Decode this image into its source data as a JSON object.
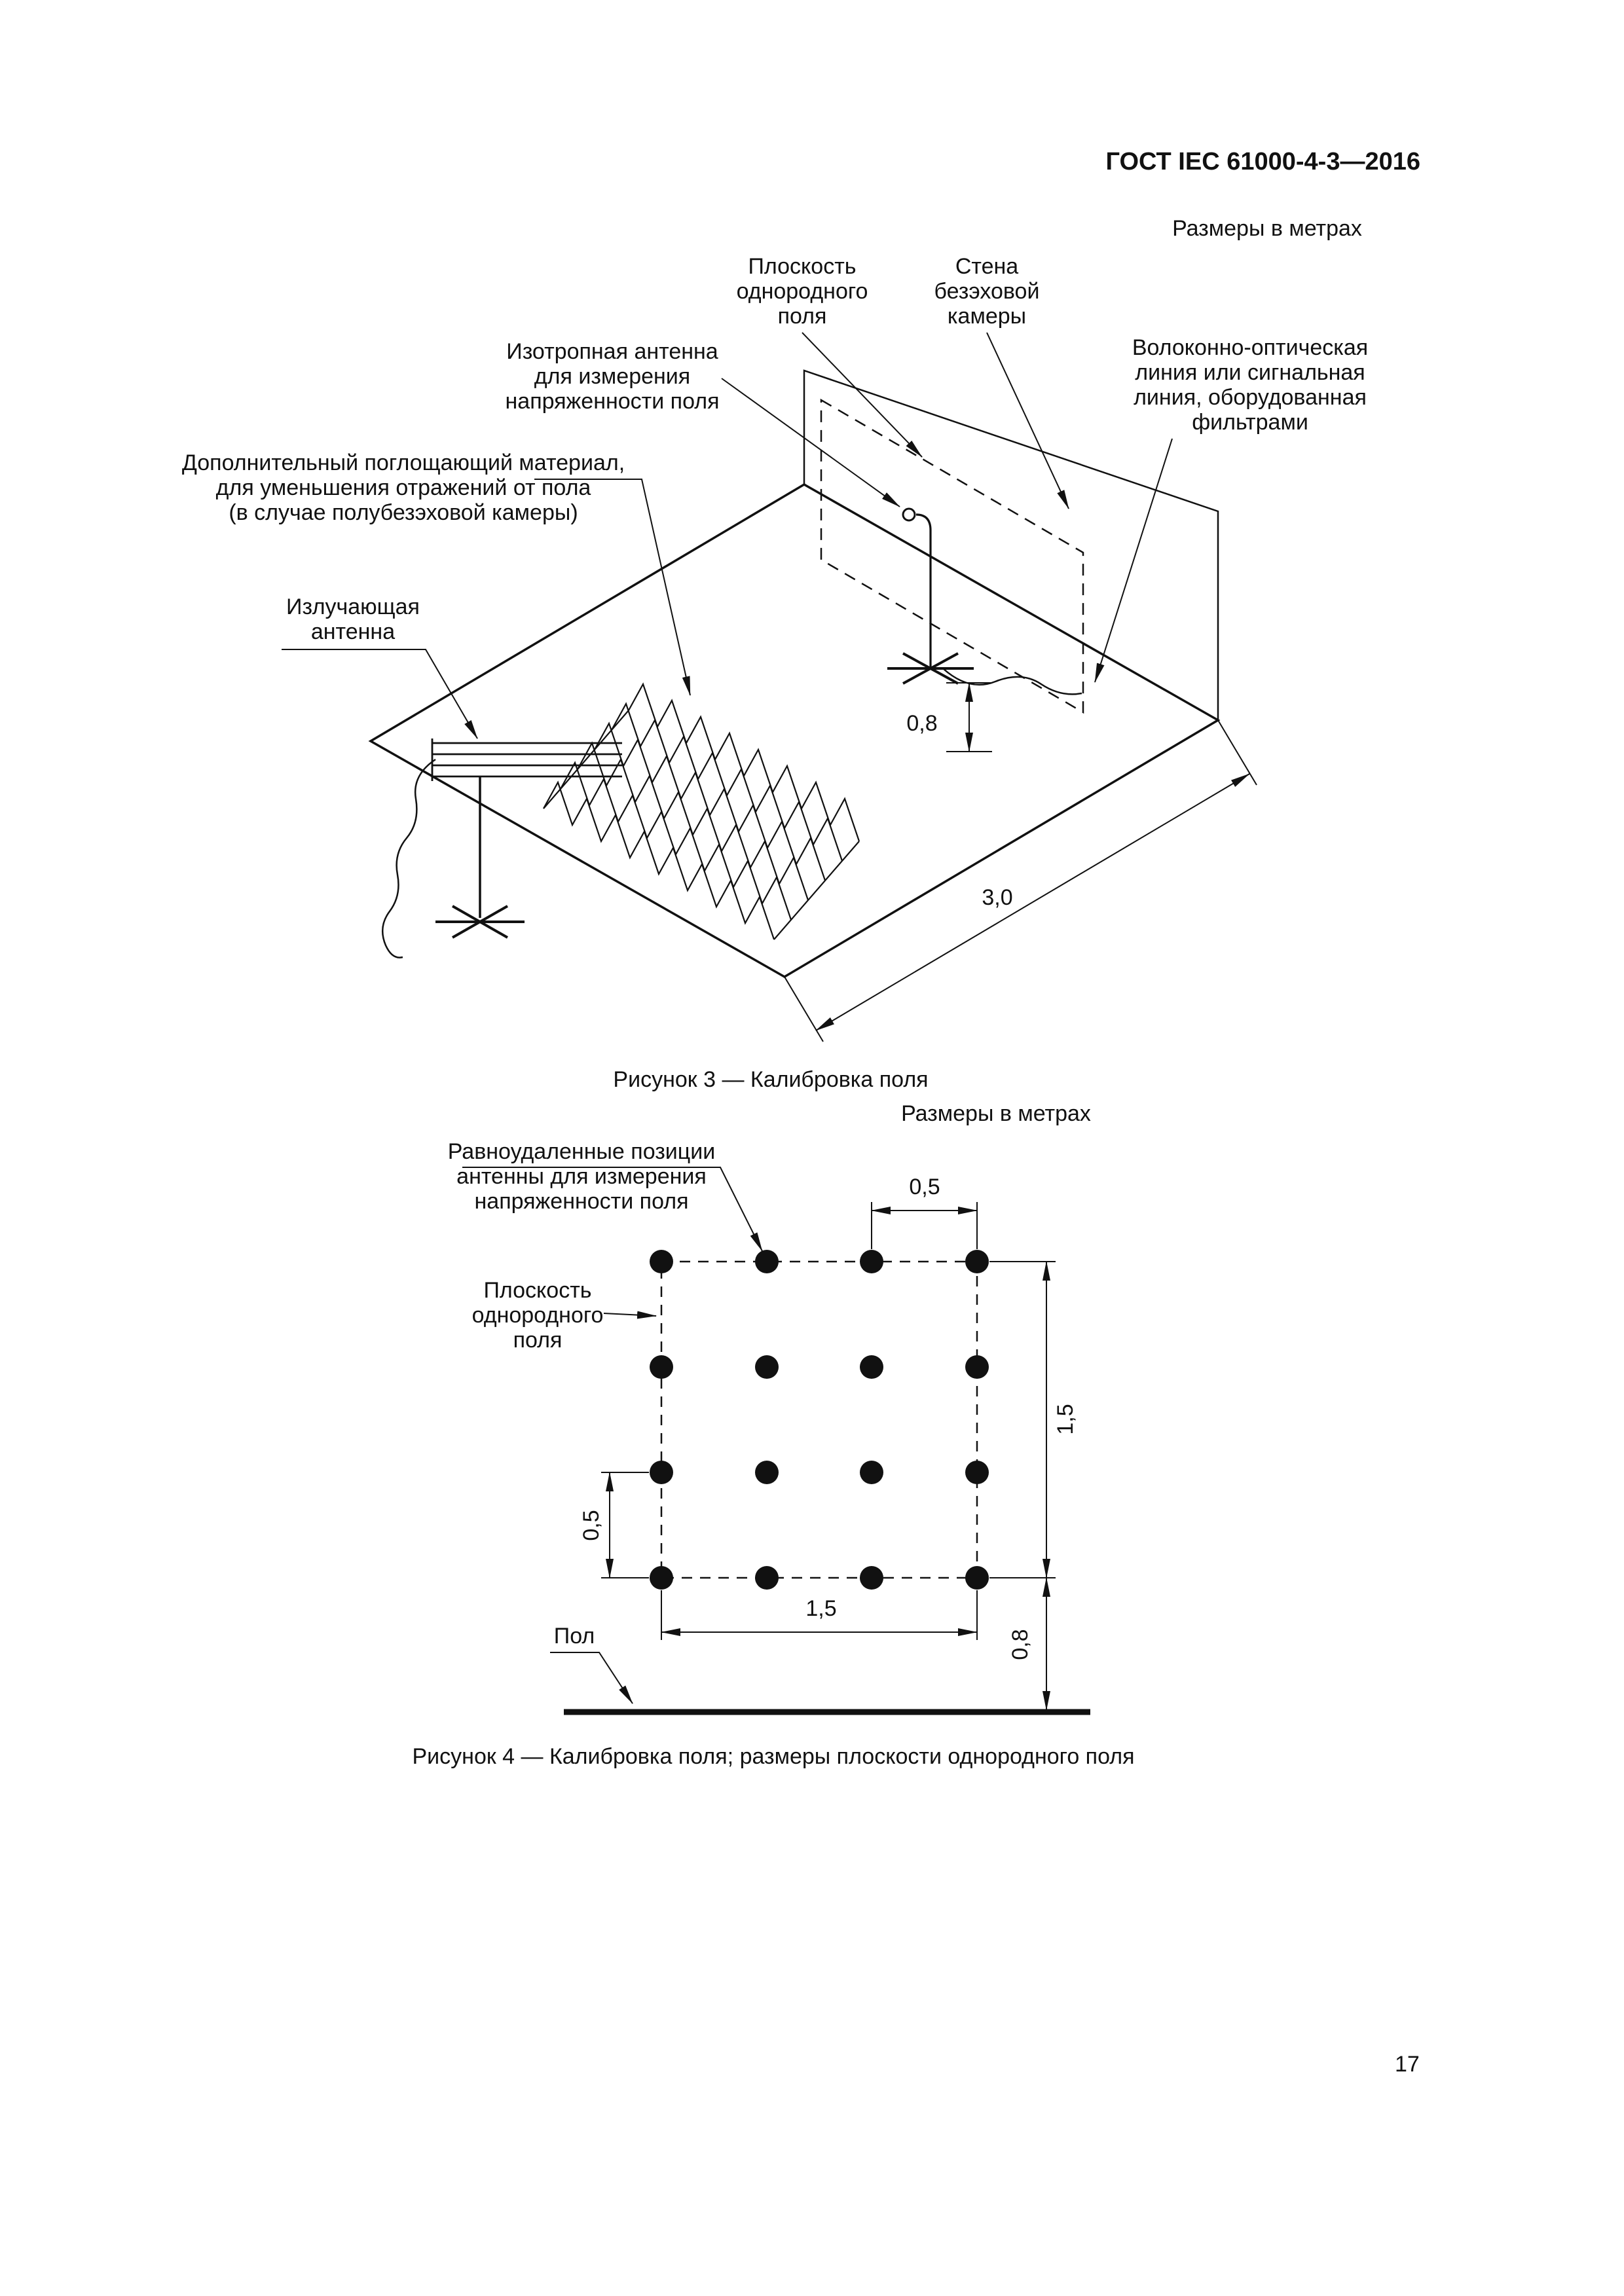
{
  "page": {
    "header": "ГОСТ IEC 61000-4-3—2016",
    "number": "17"
  },
  "fig3": {
    "units": "Размеры в метрах",
    "caption": "Рисунок 3 — Калибровка поля",
    "dim_height": "0,8",
    "dim_width": "3,0",
    "label_plane": [
      "Плоскость",
      "однородного",
      "поля"
    ],
    "label_wall": [
      "Стена",
      "безэховой",
      "камеры"
    ],
    "label_isotropic": [
      "Изотропная антенна",
      "для измерения",
      "напряженности поля"
    ],
    "label_fiber": [
      "Волоконно-оптическая",
      "линия или сигнальная",
      "линия, оборудованная",
      "фильтрами"
    ],
    "label_absorber": [
      "Дополнительный поглощающий материал,",
      "для уменьшения отражений от пола",
      "(в случае полубезэховой камеры)"
    ],
    "label_radiating": [
      "Излучающая",
      "антенна"
    ]
  },
  "fig4": {
    "units": "Размеры в метрах",
    "caption": "Рисунок 4 — Калибровка поля; размеры плоскости однородного поля",
    "dim_top": "0,5",
    "dim_right": "1,5",
    "dim_left": "0,5",
    "dim_bottom": "1,5",
    "dim_floor_offset": "0,8",
    "grid": {
      "rows": 4,
      "cols": 4
    },
    "label_positions": [
      "Равноудаленные позиции",
      "антенны для измерения",
      "напряженности поля"
    ],
    "label_plane": [
      "Плоскость",
      "однородного",
      "поля"
    ],
    "label_floor": "Пол"
  }
}
